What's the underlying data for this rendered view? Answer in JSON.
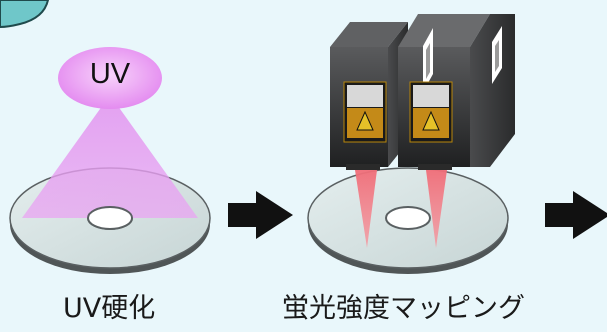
{
  "uv_source": {
    "label": "UV"
  },
  "steps": [
    {
      "label": "UV硬化"
    },
    {
      "label": "蛍光強度マッピング"
    }
  ],
  "colors": {
    "background": "#e9f7fb",
    "uv_lamp": "#e89cf0",
    "uv_beam": "#e59af0",
    "disc_fill": "#d2dede",
    "laser_beam": "#f07b86",
    "sensor_body": "#3a3b3c",
    "arrow": "#111111"
  },
  "icons": {
    "uv_lamp": "uv-lamp-icon",
    "disc": "disc-icon",
    "sensor": "fluorescence-sensor-icon",
    "arrow": "right-arrow-icon",
    "warning": "laser-warning-icon"
  }
}
